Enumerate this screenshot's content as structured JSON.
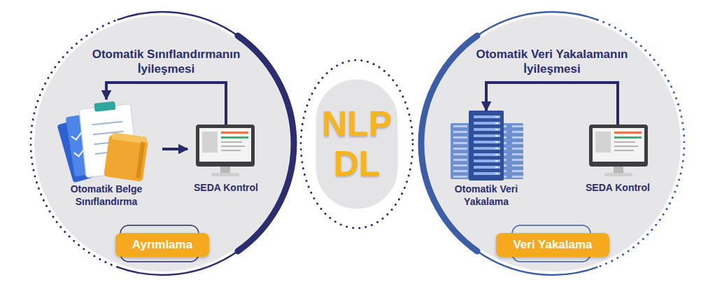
{
  "diagram": {
    "nodes": [
      {
        "text": [
          "Ayrımlama"
        ]
      },
      {
        "text": [
          "Otomatik Belge Sınıflandırma"
        ],
        "in": 0
      },
      {
        "text": [
          "SEDA Kontrol"
        ],
        "in": 0
      },
      {
        "text": [
          "NLP DL"
        ]
      },
      {
        "text": [
          "Veri Yakalama"
        ]
      },
      {
        "text": [
          "Otomatik Veri Yakalama"
        ],
        "in": 4
      },
      {
        "text": [
          "SEDA Kontrol"
        ],
        "in": 4
      }
    ],
    "edges": [
      {
        "from": 1,
        "to": 2,
        "arrow": "to"
      },
      {
        "from": 2,
        "to": 1,
        "label": "Otomatik Sınıflandırmanın İyileşmesi",
        "arrow": "to"
      },
      {
        "from": 6,
        "to": 5,
        "label": "Otomatik Veri Yakalamanın İyileşmesi",
        "arrow": "to"
      }
    ]
  }
}
